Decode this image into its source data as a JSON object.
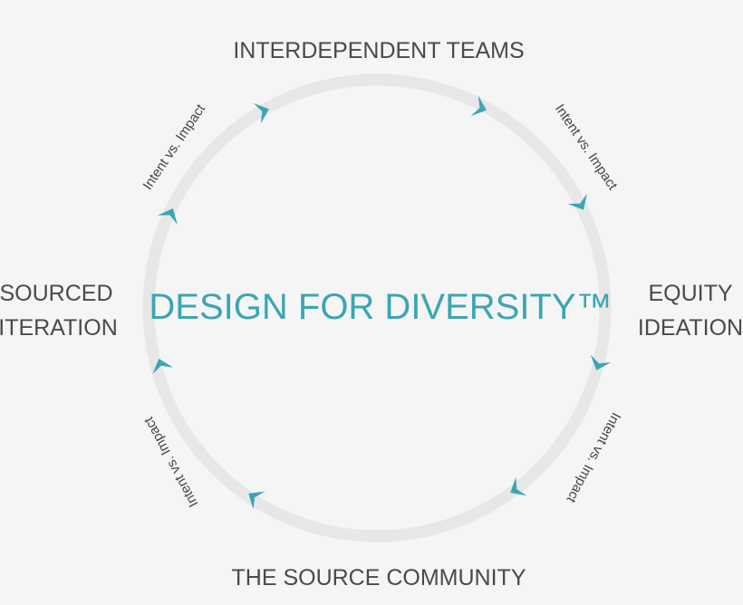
{
  "diagram": {
    "title": "DESIGN FOR DIVERSITY™",
    "stages": {
      "top": "INTERDEPENDENT TEAMS",
      "right_line1": "EQUITY",
      "right_line2": "IDEATION",
      "bottom": "THE SOURCE COMMUNITY",
      "left_line1": "SOURCED",
      "left_line2": "ITERATION"
    },
    "transitions": [
      "Intent vs. Impact",
      "Intent vs. Impact",
      "Intent vs. Impact",
      "Intent vs. Impact"
    ],
    "colors": {
      "background": "#f5f5f5",
      "ring": "#e7e7e7",
      "accent": "#3aa6b3",
      "text": "#4a4a4a"
    }
  }
}
